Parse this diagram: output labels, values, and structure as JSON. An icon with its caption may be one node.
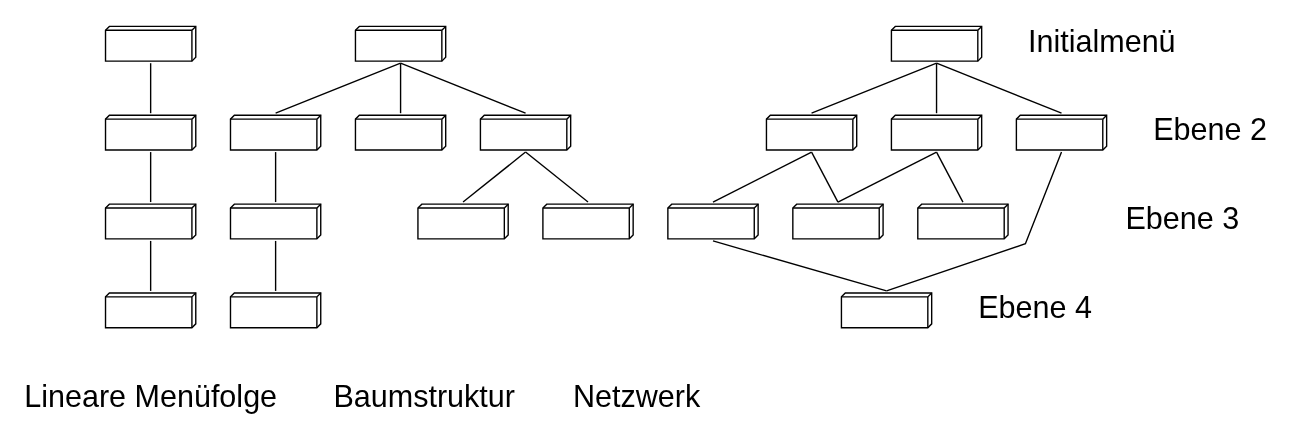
{
  "diagram": {
    "nodes": [
      {
        "text": [],
        "shape": "box"
      },
      {
        "text": [],
        "shape": "box"
      },
      {
        "text": [],
        "shape": "box"
      },
      {
        "text": [],
        "shape": "box"
      },
      {
        "text": [],
        "shape": "box"
      },
      {
        "text": [],
        "shape": "box"
      },
      {
        "text": [],
        "shape": "box"
      },
      {
        "text": [],
        "shape": "box"
      },
      {
        "text": [],
        "shape": "box"
      },
      {
        "text": [],
        "shape": "box"
      },
      {
        "text": [],
        "shape": "box"
      },
      {
        "text": [],
        "shape": "box"
      },
      {
        "text": [],
        "shape": "box"
      },
      {
        "text": [],
        "shape": "box"
      },
      {
        "text": [],
        "shape": "box"
      },
      {
        "text": [],
        "shape": "box"
      },
      {
        "text": [],
        "shape": "box"
      },
      {
        "text": [],
        "shape": "box"
      },
      {
        "text": [],
        "shape": "box"
      },
      {
        "text": [],
        "shape": "box"
      }
    ],
    "edges": [
      {
        "from": 0,
        "to": 1,
        "arrow": "none"
      },
      {
        "from": 1,
        "to": 2,
        "arrow": "none"
      },
      {
        "from": 2,
        "to": 3,
        "arrow": "none"
      },
      {
        "from": 4,
        "to": 5,
        "arrow": "none"
      },
      {
        "from": 4,
        "to": 6,
        "arrow": "none"
      },
      {
        "from": 4,
        "to": 7,
        "arrow": "none"
      },
      {
        "from": 5,
        "to": 8,
        "arrow": "none"
      },
      {
        "from": 7,
        "to": 9,
        "arrow": "none"
      },
      {
        "from": 7,
        "to": 10,
        "arrow": "none"
      },
      {
        "from": 8,
        "to": 11,
        "arrow": "none"
      },
      {
        "from": 12,
        "to": 13,
        "arrow": "none"
      },
      {
        "from": 12,
        "to": 14,
        "arrow": "none"
      },
      {
        "from": 12,
        "to": 15,
        "arrow": "none"
      },
      {
        "from": 13,
        "to": 16,
        "arrow": "none"
      },
      {
        "from": 13,
        "to": 17,
        "arrow": "none"
      },
      {
        "from": 15,
        "to": 17,
        "arrow": "none"
      },
      {
        "from": 15,
        "to": 18,
        "arrow": "none"
      },
      {
        "from": 16,
        "to": 19,
        "arrow": "none"
      },
      {
        "from": 14,
        "to": 19,
        "arrow": "none"
      }
    ],
    "labels": [
      "Initialmenü",
      "Ebene 2",
      "Ebene 3",
      "Ebene 4",
      "Lineare Menüfolge",
      "Baumstruktur",
      "Netzwerk"
    ]
  }
}
